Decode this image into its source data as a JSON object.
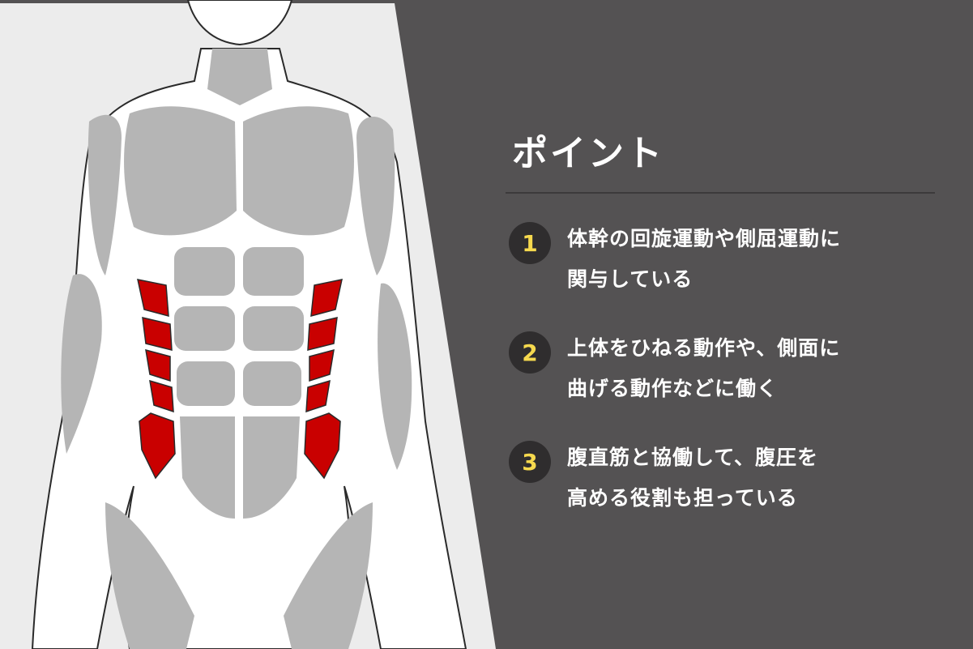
{
  "title": "ポイント",
  "points": [
    {
      "number": "1",
      "lines": [
        "体幹の回旋運動や側屈運動に",
        "関与している"
      ]
    },
    {
      "number": "2",
      "lines": [
        "上体をひねる動作や、側面に",
        "曲げる動作などに働く"
      ]
    },
    {
      "number": "3",
      "lines": [
        "腹直筋と協働して、腹圧を",
        "高める役割も担っている"
      ]
    }
  ],
  "colors": {
    "background": "#545253",
    "illustration_panel": "#ececec",
    "muscle_gray": "#b5b5b5",
    "highlight_muscle": "#c90000",
    "number_color": "#f6d94e",
    "number_badge": "#2f2d2e"
  }
}
